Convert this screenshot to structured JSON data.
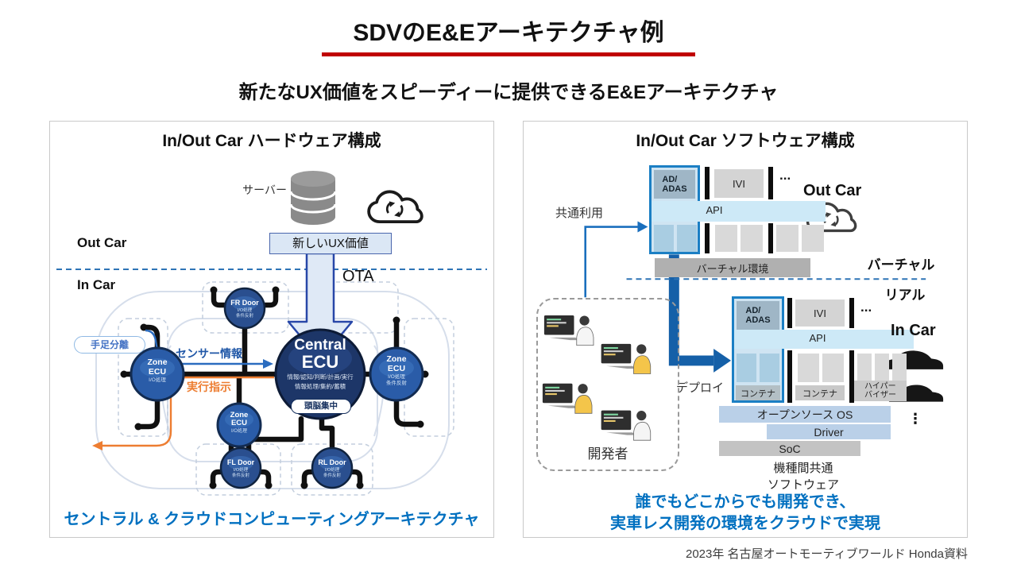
{
  "colors": {
    "red": "#c00000",
    "capblue": "#0070c0",
    "accent": "#1a6fbd",
    "accent2": "#1b7fc4",
    "orange": "#ed7d31",
    "navy": "#1d3668",
    "zone": "#2a5ca8"
  },
  "header": {
    "title": "SDVのE&Eアーキテクチャ例",
    "subtitle": "新たなUX価値をスピーディーに提供できるE&Eアーキテクチャ"
  },
  "footer": {
    "source": "2023年 名古屋オートモーティブワールド Honda資料"
  },
  "hardware": {
    "title": "In/Out Car ハードウェア構成",
    "server_label": "サーバー",
    "ux_value_box": "新しいUX価値",
    "out_car": "Out Car",
    "in_car": "In Car",
    "ota": "OTA",
    "limb_separation": "手足分離",
    "sensor_info": "センサー情報",
    "exec_order": "実行指示",
    "central": {
      "name1": "Central",
      "name2": "ECU",
      "fn1": "情報/認知/判断/計画/実行",
      "fn2": "情報処理/集約/蓄積",
      "badge": "頭脳集中"
    },
    "zone_left": {
      "name": "Zone\nECU",
      "sub": "I/O処理"
    },
    "zone_right": {
      "name": "Zone\nECU",
      "sub": "I/O処理\n条件反射"
    },
    "zone_bottom": {
      "name": "Zone\nECU",
      "sub": "I/O処理"
    },
    "door_fr": {
      "name": "FR Door",
      "sub": "I/O処理\n条件反射"
    },
    "door_fl": {
      "name": "FL Door",
      "sub": "I/O処理\n条件反射"
    },
    "door_rl": {
      "name": "RL Door",
      "sub": "I/O処理\n条件反射"
    },
    "caption": "セントラル & クラウドコンピューティングアーキテクチャ"
  },
  "software": {
    "title": "In/Out Car ソフトウェア構成",
    "shared_use": "共通利用",
    "deploy": "デプロイ",
    "virtual_label": "バーチャル",
    "real_label": "リアル",
    "virtual_env": "バーチャル環境",
    "out_car": "Out Car",
    "in_car": "In Car",
    "developers": "開発者",
    "top_stack": {
      "adas": "AD/\nADAS",
      "ivi": "IVI",
      "dots": "...",
      "api": "API"
    },
    "bottom_stack": {
      "adas": "AD/\nADAS",
      "ivi": "IVI",
      "dots": "...",
      "api": "API",
      "container1": "コンテナ",
      "container2": "コンテナ",
      "hypervisor": "ハイパー\nバイザー",
      "os": "オープンソース OS",
      "driver": "Driver",
      "soc": "SoC",
      "common1": "機種間共通",
      "common2": "ソフトウェア"
    },
    "ellipsis_vertical": "⋮",
    "caption1": "誰でもどこからでも開発でき、",
    "caption2": "実車レス開発の環境をクラウドで実現"
  }
}
